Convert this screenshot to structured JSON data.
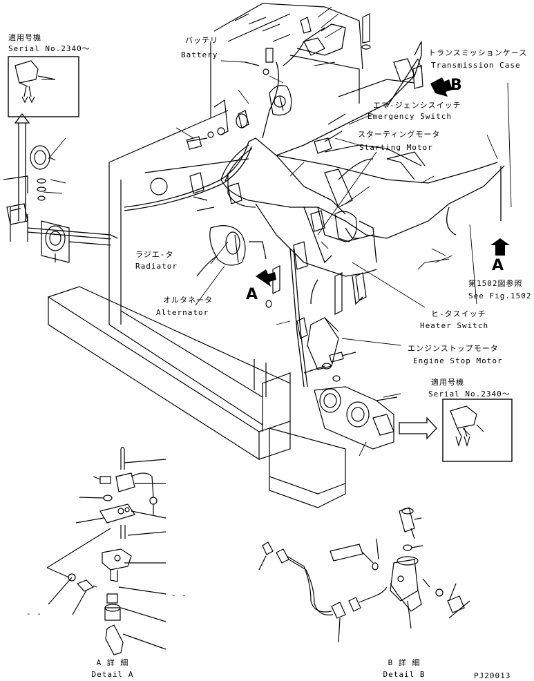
{
  "labels": {
    "serial_top_left": {
      "jp": "適用号機",
      "en": "Serial No.2340～"
    },
    "battery": {
      "jp": "バッテリ",
      "en": "Battery"
    },
    "transmission_case": {
      "jp": "トランスミッションケース",
      "en": "Transmission Case"
    },
    "emergency_switch": {
      "jp": "エマ-ジェンシスイッチ",
      "en": "Emergency Switch"
    },
    "starting_motor": {
      "jp": "スターティングモータ",
      "en": "Starting Motor"
    },
    "radiator": {
      "jp": "ラジエ-タ",
      "en": "Radiator"
    },
    "alternator": {
      "jp": "オルタネータ",
      "en": "Alternator"
    },
    "see_fig": {
      "jp": "第1502図参照",
      "en": "See Fig.1502"
    },
    "heater_switch": {
      "jp": "ヒ-タスイッチ",
      "en": "Heater Switch"
    },
    "engine_stop_motor": {
      "jp": "エンジンストップモータ",
      "en": "Engine Stop Motor"
    },
    "serial_right": {
      "jp": "適用号機",
      "en": "Serial No.2340～"
    },
    "detail_a": {
      "jp": "A 詳 細",
      "en": "Detail A"
    },
    "detail_b": {
      "jp": "B 詳 細",
      "en": "Detail B"
    }
  },
  "markers": {
    "a1": "A",
    "a2": "A",
    "b": "B"
  },
  "drawing_no": "PJ20013",
  "dash_left": "- -",
  "dash_right": "- -"
}
